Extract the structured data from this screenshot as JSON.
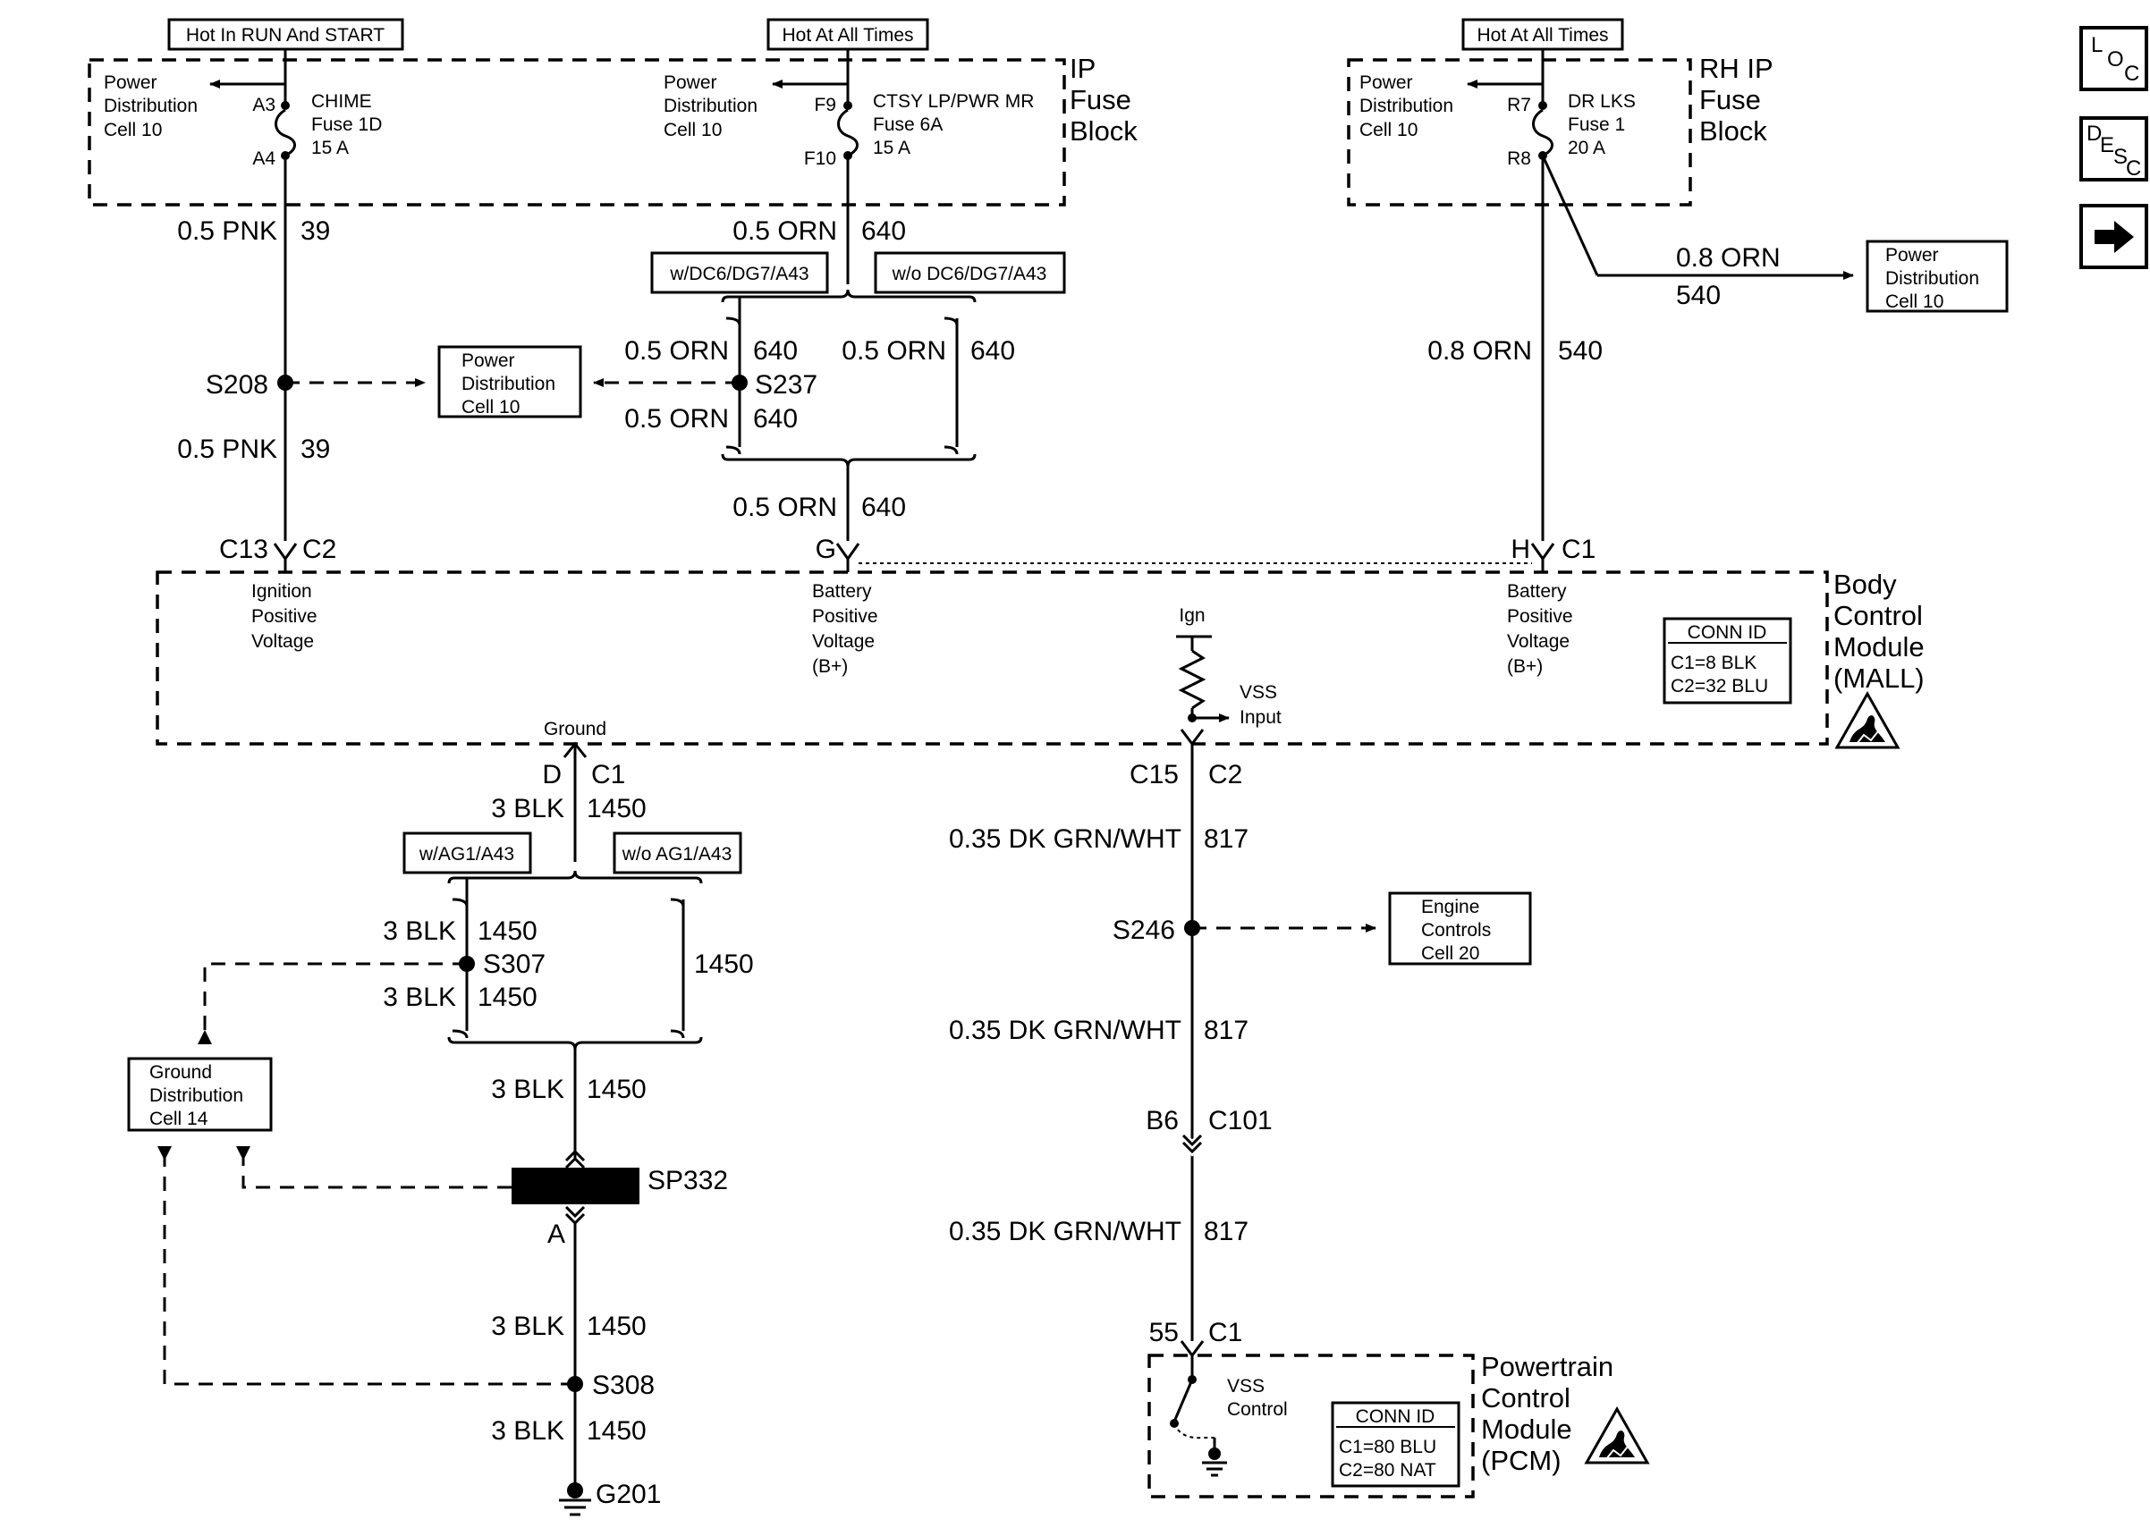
{
  "headers": {
    "chime": "Hot In RUN And START",
    "ctsy": "Hot At All Times",
    "drlks": "Hot At All Times"
  },
  "fuse_blocks": {
    "ip": [
      "IP",
      "Fuse",
      "Block"
    ],
    "rhip": [
      "RH IP",
      "Fuse",
      "Block"
    ]
  },
  "fuses": {
    "chime": {
      "name": "CHIME",
      "fuse": "Fuse 1D",
      "amp": "15 A",
      "pin_in": "A3",
      "pin_out": "A4"
    },
    "ctsy": {
      "name": "CTSY LP/PWR MR",
      "fuse": "Fuse 6A",
      "amp": "15 A",
      "pin_in": "F9",
      "pin_out": "F10"
    },
    "drlks": {
      "name": "DR LKS",
      "fuse": "Fuse 1",
      "amp": "20 A",
      "pin_in": "R7",
      "pin_out": "R8"
    }
  },
  "refs": {
    "pd10": [
      "Power",
      "Distribution",
      "Cell 10"
    ],
    "gd14": [
      "Ground",
      "Distribution",
      "Cell 14"
    ],
    "ec20": [
      "Engine",
      "Controls",
      "Cell 20"
    ]
  },
  "wires": {
    "pnk": "0.5 PNK",
    "pnk_c": "39",
    "orn05": "0.5 ORN",
    "orn05_c": "640",
    "orn08": "0.8 ORN",
    "orn08_c": "540",
    "blk": "3 BLK",
    "blk_c": "1450",
    "grn": "0.35 DK GRN/WHT",
    "grn_c": "817"
  },
  "options": {
    "with_dc6": "w/DC6/DG7/A43",
    "without_dc6": "w/o DC6/DG7/A43",
    "with_ag1": "w/AG1/A43",
    "without_ag1": "w/o AG1/A43"
  },
  "splices": {
    "s208": "S208",
    "s237": "S237",
    "s246": "S246",
    "s307": "S307",
    "s308": "S308",
    "sp332": "SP332"
  },
  "connectors": {
    "c13": "C13",
    "c2": "C2",
    "g": "G",
    "h": "H",
    "c1": "C1",
    "d": "D",
    "c15": "C15",
    "b6": "B6",
    "c101": "C101",
    "a": "A",
    "p55": "55"
  },
  "bcm": {
    "title": [
      "Body",
      "Control",
      "Module",
      "(MALL)"
    ],
    "ign_pos": [
      "Ignition",
      "Positive",
      "Voltage"
    ],
    "batt_pos": [
      "Battery",
      "Positive",
      "Voltage",
      "(B+)"
    ],
    "ign": "Ign",
    "vss": [
      "VSS",
      "Input"
    ],
    "ground": "Ground",
    "conn_id": [
      "CONN ID",
      "C1=8 BLK",
      "C2=32 BLU"
    ]
  },
  "pcm": {
    "title": [
      "Powertrain",
      "Control",
      "Module",
      "(PCM)"
    ],
    "vss": [
      "VSS",
      "Control"
    ],
    "conn_id": [
      "CONN ID",
      "C1=80 BLU",
      "C2=80 NAT"
    ]
  },
  "ground": "G201",
  "nav": {
    "loc": [
      "L",
      "O",
      "C"
    ],
    "desc": [
      "D",
      "E",
      "S",
      "C"
    ]
  }
}
